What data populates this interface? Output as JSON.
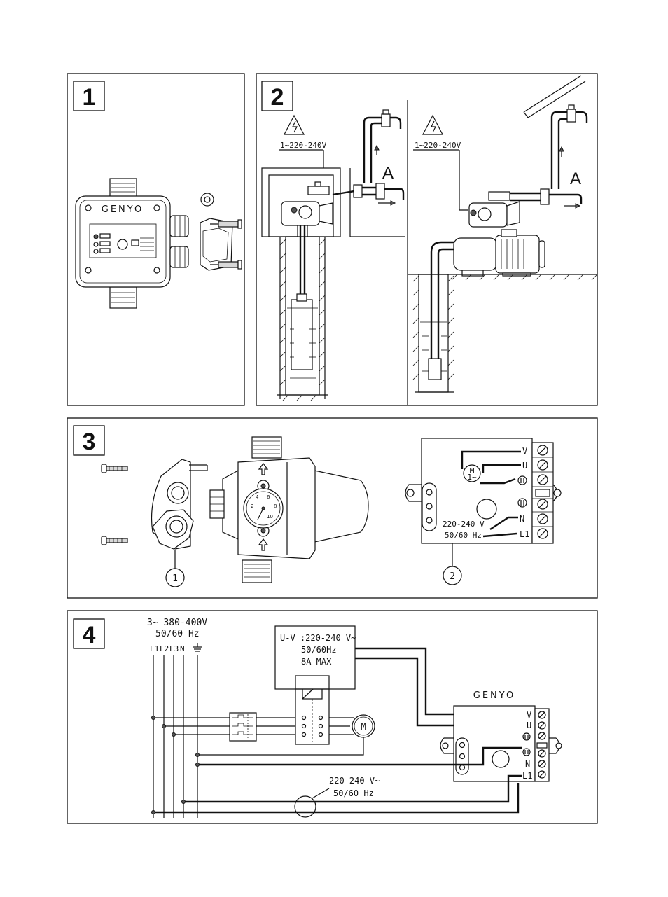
{
  "panels": [
    {
      "number": "1"
    },
    {
      "number": "2"
    },
    {
      "number": "3"
    },
    {
      "number": "4"
    }
  ],
  "panel1": {
    "brand": "GENYO"
  },
  "panel2": {
    "left": {
      "voltage": "1~220-240V",
      "outlet": "A"
    },
    "right": {
      "voltage": "1~220-240V",
      "outlet": "A"
    }
  },
  "panel3": {
    "callout1": "1",
    "callout2": "2",
    "dial_numbers": [
      "2",
      "4",
      "6",
      "8",
      "10"
    ],
    "terminals": [
      "V",
      "U",
      "N",
      "L1"
    ],
    "supply": "220-240 V",
    "freq": "50/60 Hz",
    "motor": "M",
    "motor_sub": "1~"
  },
  "panel4": {
    "supply_top": "3~  380-400V",
    "freq_top": "50/60  Hz",
    "lines": [
      "L1",
      "L2",
      "L3",
      "N"
    ],
    "relay_line1": "U-V :220-240 V~",
    "relay_line2": "50/60Hz",
    "relay_line3": "8A  MAX",
    "brand": "GENYO",
    "terminals": [
      "V",
      "U",
      "N",
      "L1"
    ],
    "motor": "M",
    "aux_voltage": "220-240 V~",
    "aux_freq": "50/60 Hz"
  }
}
